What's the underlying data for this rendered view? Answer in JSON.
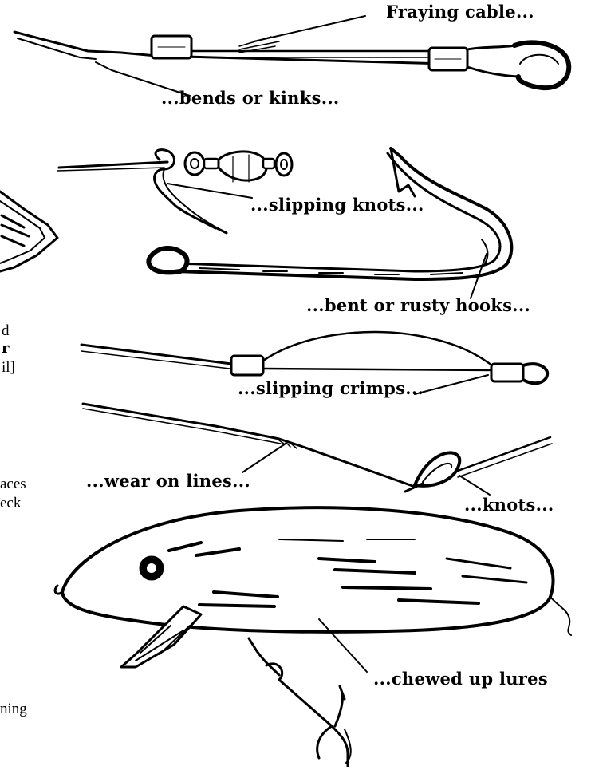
{
  "labels": {
    "fraying_cable": "Fraying cable...",
    "bends_or_kinks": "...bends or kinks...",
    "slipping_knots": "...slipping knots...",
    "bent_or_rusty_hooks": "...bent or rusty hooks...",
    "slipping_crimps": "...slipping crimps...",
    "wear_on_lines": "...wear on lines...",
    "knots": "...knots...",
    "chewed_up_lures": "...chewed up lures"
  },
  "cropped_text": {
    "line1": "d",
    "line2": "r",
    "line3": "il]",
    "line4": "aces",
    "line5": "eck",
    "line6": "ning"
  },
  "colors": {
    "ink": "#000000",
    "paper": "#ffffff"
  }
}
